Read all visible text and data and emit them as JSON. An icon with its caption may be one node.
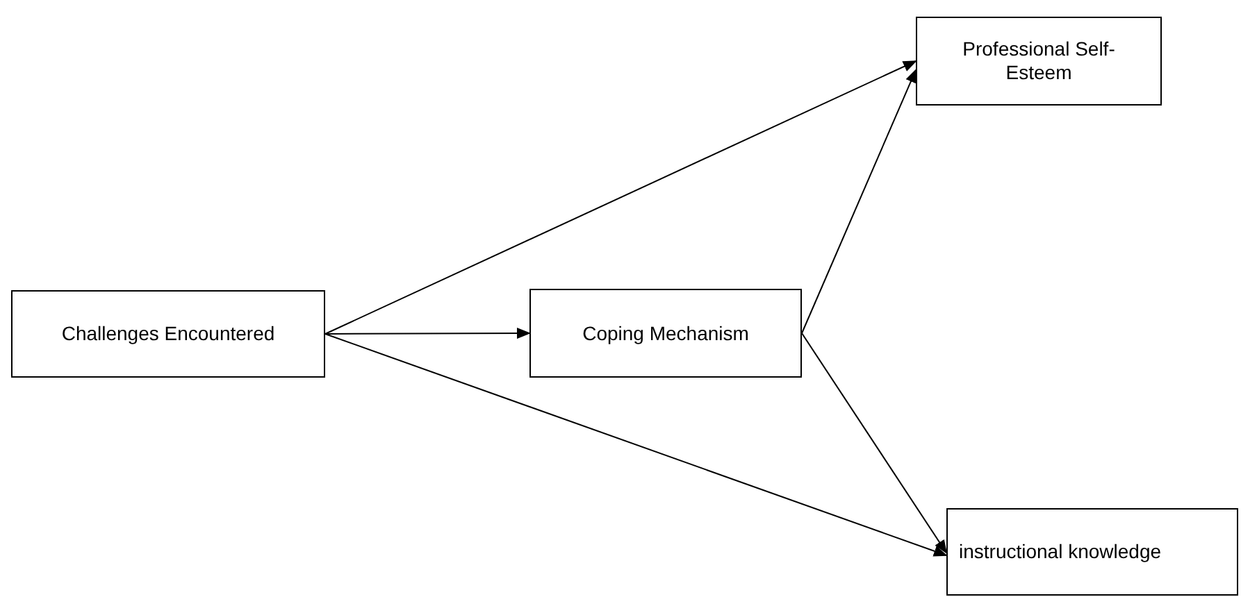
{
  "diagram": {
    "nodes": [
      {
        "text": [
          "Challenges Encountered"
        ]
      },
      {
        "text": [
          "Coping Mechanism"
        ]
      },
      {
        "text": [
          "Professional Self-Esteem"
        ]
      },
      {
        "text": [
          "instructional knowledge"
        ]
      }
    ],
    "edges": [
      {
        "from": 0,
        "to": 2,
        "arrow": "to"
      },
      {
        "from": 0,
        "to": 1,
        "arrow": "to"
      },
      {
        "from": 0,
        "to": 3,
        "arrow": "to"
      },
      {
        "from": 1,
        "to": 2,
        "arrow": "to"
      },
      {
        "from": 1,
        "to": 3,
        "arrow": "to"
      }
    ]
  }
}
